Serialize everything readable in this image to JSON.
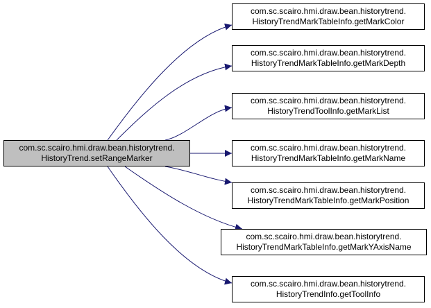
{
  "diagram": {
    "colors": {
      "edge": "#191970",
      "node_border": "#000000",
      "node_fill": "#ffffff",
      "source_fill": "#bfbfbf",
      "text": "#000000"
    },
    "source": {
      "line1": "com.sc.scairo.hmi.draw.bean.historytrend.",
      "line2": "HistoryTrend.setRangeMarker"
    },
    "targets": [
      {
        "line1": "com.sc.scairo.hmi.draw.bean.historytrend.",
        "line2": "HistoryTrendMarkTableInfo.getMarkColor"
      },
      {
        "line1": "com.sc.scairo.hmi.draw.bean.historytrend.",
        "line2": "HistoryTrendMarkTableInfo.getMarkDepth"
      },
      {
        "line1": "com.sc.scairo.hmi.draw.bean.historytrend.",
        "line2": "HistoryTrendToolInfo.getMarkList"
      },
      {
        "line1": "com.sc.scairo.hmi.draw.bean.historytrend.",
        "line2": "HistoryTrendMarkTableInfo.getMarkName"
      },
      {
        "line1": "com.sc.scairo.hmi.draw.bean.historytrend.",
        "line2": "HistoryTrendMarkTableInfo.getMarkPosition"
      },
      {
        "line1": "com.sc.scairo.hmi.draw.bean.historytrend.",
        "line2": "HistoryTrendMarkTableInfo.getMarkYAxisName"
      },
      {
        "line1": "com.sc.scairo.hmi.draw.bean.historytrend.",
        "line2": "HistoryTrendInfo.getToolInfo"
      }
    ]
  }
}
